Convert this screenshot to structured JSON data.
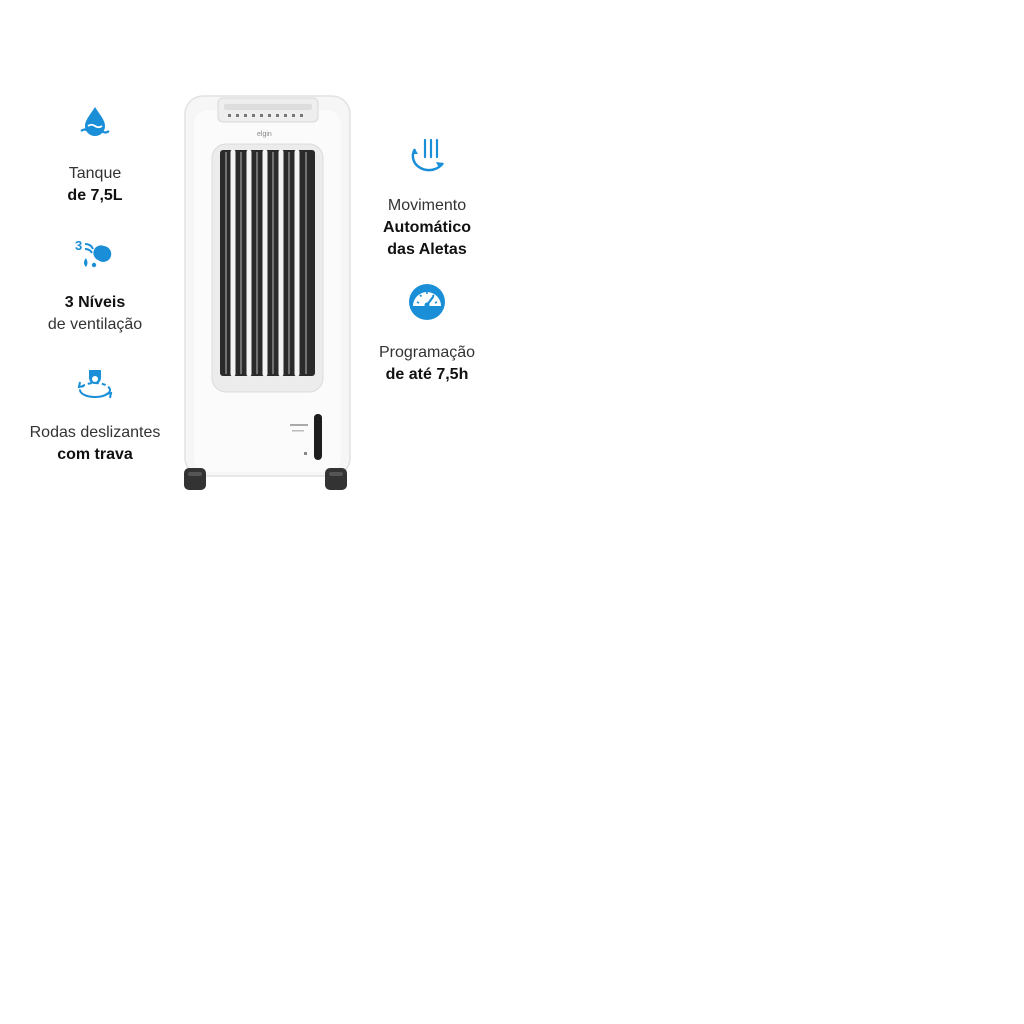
{
  "features": {
    "tank": {
      "icon": "water-drop-icon",
      "line1": "Tanque",
      "line2": "de 7,5L"
    },
    "levels": {
      "icon": "fan-speed-icon",
      "line1": "3 Níveis",
      "line2": "de ventilação"
    },
    "wheels": {
      "icon": "wheel-rotate-icon",
      "line1": "Rodas deslizantes",
      "line2": "com trava"
    },
    "swing": {
      "icon": "airflow-swing-icon",
      "line1": "Movimento",
      "line2": "Automático",
      "line3": "das Aletas"
    },
    "timer": {
      "icon": "timer-gauge-icon",
      "line1": "Programação",
      "line2": "de até 7,5h"
    }
  },
  "product": {
    "brand": "elgin"
  },
  "colors": {
    "accent": "#1a8fd8",
    "body": "#f7f7f7",
    "grille": "#2a2a2a",
    "wheel": "#333333"
  }
}
